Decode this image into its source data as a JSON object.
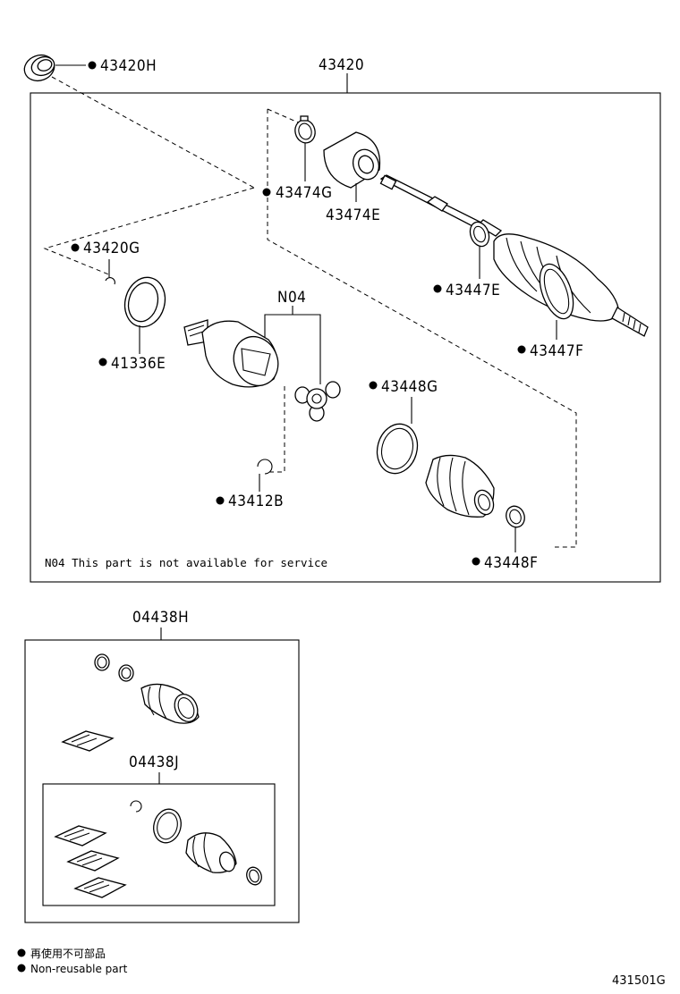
{
  "assembly_label": "43420",
  "parts": {
    "p43420H": "43420H",
    "p43474G": "43474G",
    "p43474E": "43474E",
    "p43420G": "43420G",
    "p41336E": "41336E",
    "pN04": "N04",
    "p43447E": "43447E",
    "p43447F": "43447F",
    "p43448G": "43448G",
    "p43412B": "43412B",
    "p43448F": "43448F"
  },
  "note": "N04 This part is not available for service",
  "kits": {
    "k1": "04438H",
    "k2": "04438J"
  },
  "legend": {
    "jp": "再使用不可部品",
    "en": "Non-reusable part"
  },
  "diagram_id": "431501G",
  "icons": [
    "non-reusable-dot-icon"
  ]
}
